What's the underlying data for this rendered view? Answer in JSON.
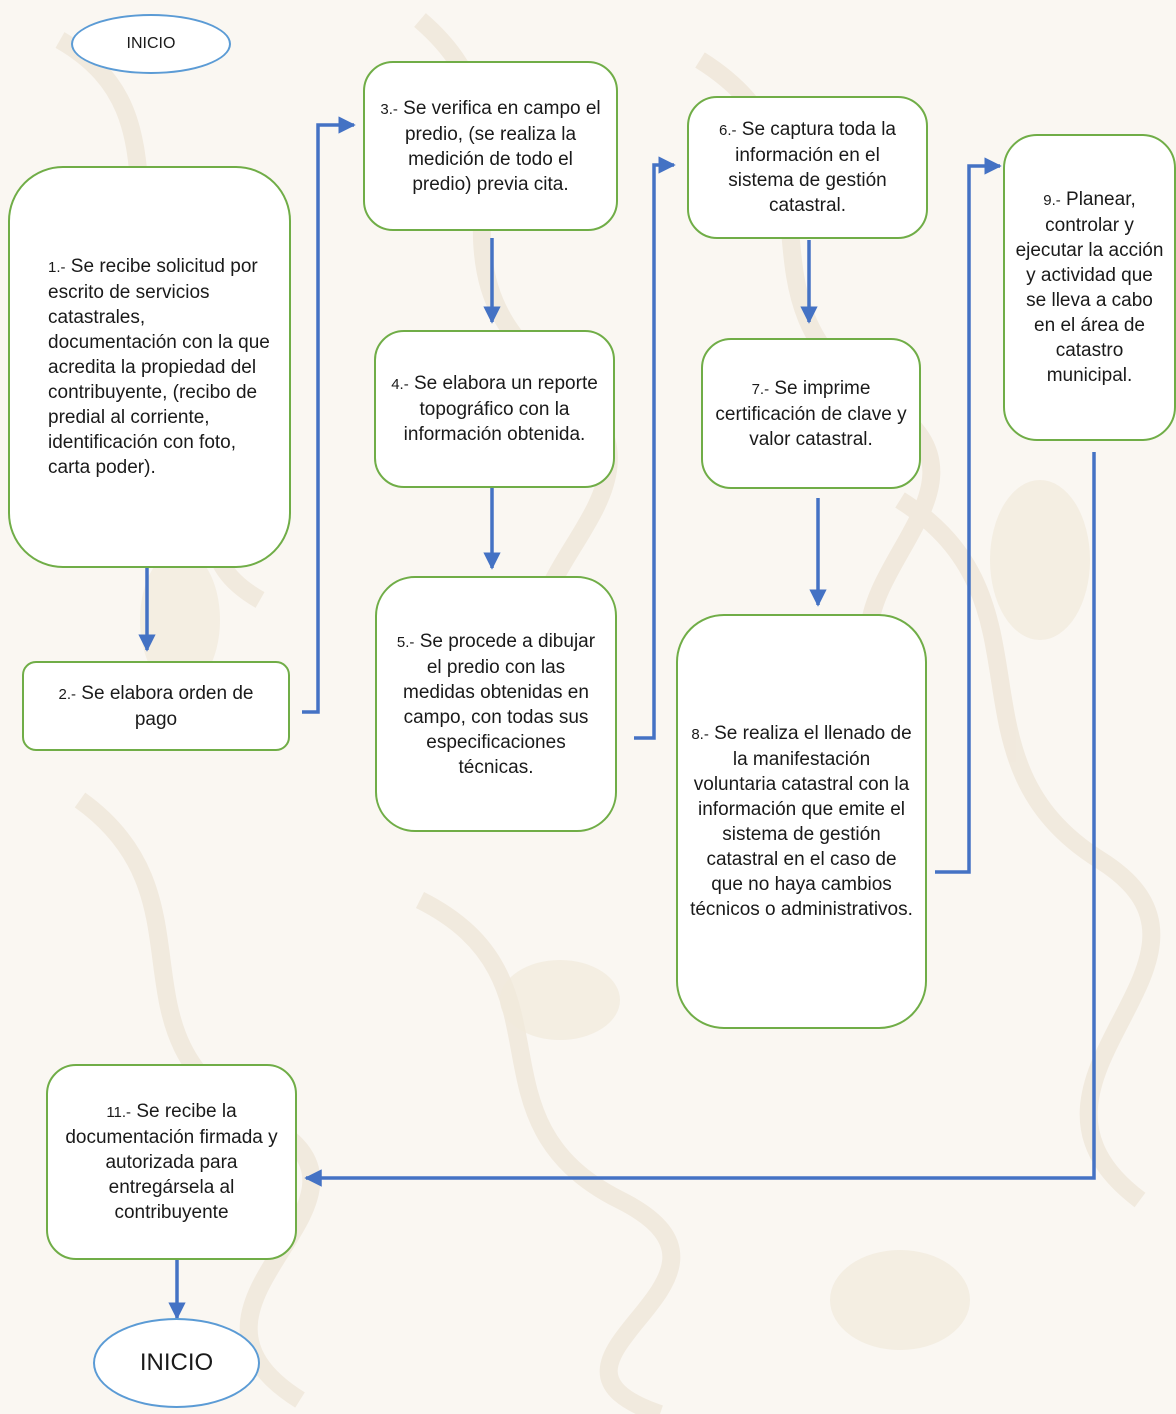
{
  "colors": {
    "box_border": "#70ad47",
    "oval_border": "#5b9bd5",
    "arrow": "#4472c4",
    "background": "#faf7f2"
  },
  "start": {
    "label": "INICIO"
  },
  "end": {
    "label": "INICIO"
  },
  "steps": {
    "s1": {
      "num": "1.-",
      "text": " Se recibe solicitud por escrito de servicios catastrales, documentación con la que acredita la propiedad del contribuyente, (recibo de predial al corriente, identificación con foto, carta poder)."
    },
    "s2": {
      "num": "2.-",
      "text": " Se elabora orden de pago"
    },
    "s3": {
      "num": "3.-",
      "text": " Se verifica en campo el predio, (se realiza la medición de todo el predio) previa cita."
    },
    "s4": {
      "num": "4.-",
      "text": " Se elabora un reporte topográfico con la información obtenida."
    },
    "s5": {
      "num": "5.-",
      "text": " Se procede a dibujar el predio con las medidas obtenidas en campo, con todas sus especificaciones técnicas."
    },
    "s6": {
      "num": "6.-",
      "text": " Se captura toda la información en el sistema de gestión catastral."
    },
    "s7": {
      "num": "7.-",
      "text": " Se imprime certificación de clave y valor catastral."
    },
    "s8": {
      "num": "8.-",
      "text": " Se realiza el llenado de la manifestación voluntaria catastral con la información que emite el sistema de gestión catastral en el caso de que no haya cambios técnicos o administrativos."
    },
    "s9": {
      "num": "9.-",
      "text": " Planear, controlar y ejecutar la acción y actividad que se lleva a cabo en el área de catastro municipal."
    },
    "s11": {
      "num": "11.-",
      "text": " Se recibe la documentación firmada y autorizada para entregársela al contribuyente"
    }
  }
}
